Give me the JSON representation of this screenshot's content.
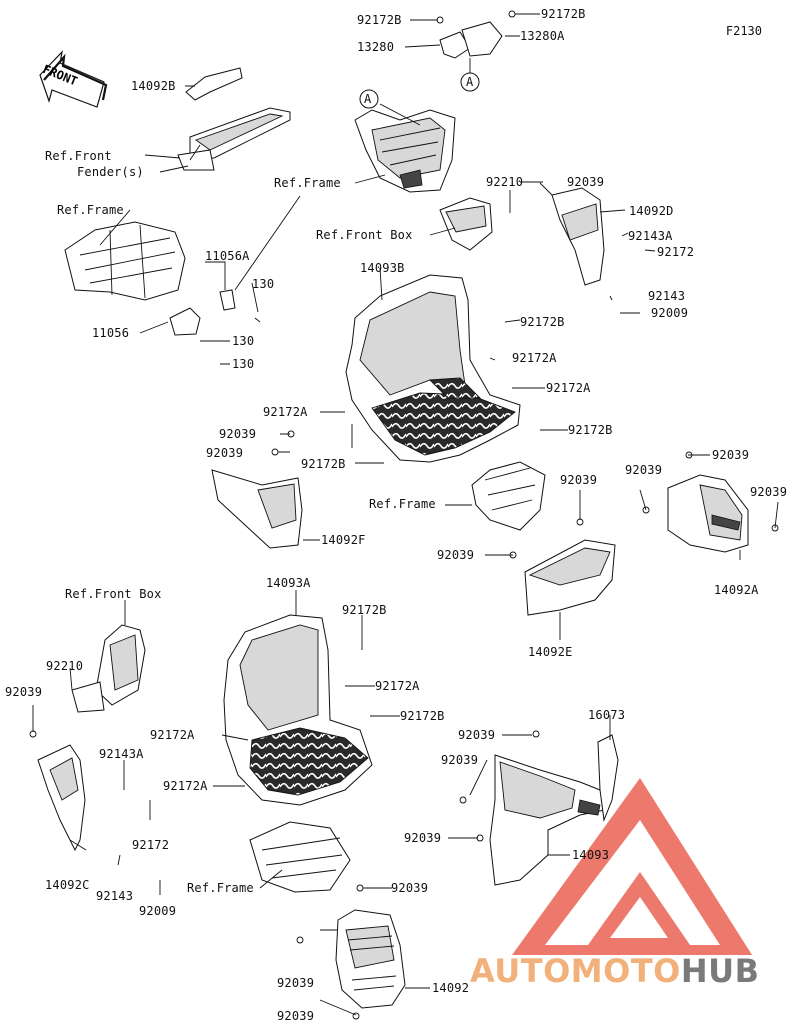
{
  "figure_code": "F2130",
  "front_arrow_text": "FRONT",
  "watermark": {
    "part_a": "AUTOMOTO",
    "part_b": "HUB",
    "color_a": "#f2b07a",
    "color_b": "#7a7a7a",
    "logo_color": "#e84b3c"
  },
  "circle_marker": "A",
  "labels": [
    {
      "id": "l1",
      "text": "92172B"
    },
    {
      "id": "l2",
      "text": "92172B"
    },
    {
      "id": "l3",
      "text": "13280"
    },
    {
      "id": "l4",
      "text": "13280A"
    },
    {
      "id": "l5",
      "text": "14092B"
    },
    {
      "id": "l6",
      "text": "Ref.Front"
    },
    {
      "id": "l7",
      "text": "Fender(s)"
    },
    {
      "id": "l8",
      "text": "Ref.Frame"
    },
    {
      "id": "l9",
      "text": "92210"
    },
    {
      "id": "l10",
      "text": "92039"
    },
    {
      "id": "l11",
      "text": "14092D"
    },
    {
      "id": "l12",
      "text": "Ref.Front Box"
    },
    {
      "id": "l13",
      "text": "92143A"
    },
    {
      "id": "l14",
      "text": "92172"
    },
    {
      "id": "l15",
      "text": "Ref.Frame"
    },
    {
      "id": "l16",
      "text": "11056A"
    },
    {
      "id": "l17",
      "text": "130"
    },
    {
      "id": "l18",
      "text": "11056"
    },
    {
      "id": "l19",
      "text": "130"
    },
    {
      "id": "l20",
      "text": "130"
    },
    {
      "id": "l21",
      "text": "14093B"
    },
    {
      "id": "l22",
      "text": "92143"
    },
    {
      "id": "l23",
      "text": "92009"
    },
    {
      "id": "l24",
      "text": "92172B"
    },
    {
      "id": "l25",
      "text": "92172A"
    },
    {
      "id": "l26",
      "text": "92172A"
    },
    {
      "id": "l27",
      "text": "92172A"
    },
    {
      "id": "l28",
      "text": "92172B"
    },
    {
      "id": "l29",
      "text": "92039"
    },
    {
      "id": "l30",
      "text": "92039"
    },
    {
      "id": "l31",
      "text": "92172B"
    },
    {
      "id": "l32",
      "text": "92039"
    },
    {
      "id": "l33",
      "text": "92039"
    },
    {
      "id": "l34",
      "text": "92039"
    },
    {
      "id": "l35",
      "text": "92039"
    },
    {
      "id": "l36",
      "text": "Ref.Frame"
    },
    {
      "id": "l37",
      "text": "14092F"
    },
    {
      "id": "l38",
      "text": "92039"
    },
    {
      "id": "l39",
      "text": "14092A"
    },
    {
      "id": "l40",
      "text": "14092E"
    },
    {
      "id": "l41",
      "text": "Ref.Front Box"
    },
    {
      "id": "l42",
      "text": "14093A"
    },
    {
      "id": "l43",
      "text": "92172B"
    },
    {
      "id": "l44",
      "text": "92210"
    },
    {
      "id": "l45",
      "text": "92172A"
    },
    {
      "id": "l46",
      "text": "92039"
    },
    {
      "id": "l47",
      "text": "92172A"
    },
    {
      "id": "l48",
      "text": "92172B"
    },
    {
      "id": "l49",
      "text": "92143A"
    },
    {
      "id": "l50",
      "text": "16073"
    },
    {
      "id": "l51",
      "text": "92039"
    },
    {
      "id": "l52",
      "text": "92172A"
    },
    {
      "id": "l53",
      "text": "92039"
    },
    {
      "id": "l54",
      "text": "92172"
    },
    {
      "id": "l55",
      "text": "92039"
    },
    {
      "id": "l56",
      "text": "14093"
    },
    {
      "id": "l57",
      "text": "14092C"
    },
    {
      "id": "l58",
      "text": "92143"
    },
    {
      "id": "l59",
      "text": "92009"
    },
    {
      "id": "l60",
      "text": "Ref.Frame"
    },
    {
      "id": "l61",
      "text": "92039"
    },
    {
      "id": "l62",
      "text": "92039"
    },
    {
      "id": "l63",
      "text": "14092"
    },
    {
      "id": "l64",
      "text": "92039"
    }
  ]
}
